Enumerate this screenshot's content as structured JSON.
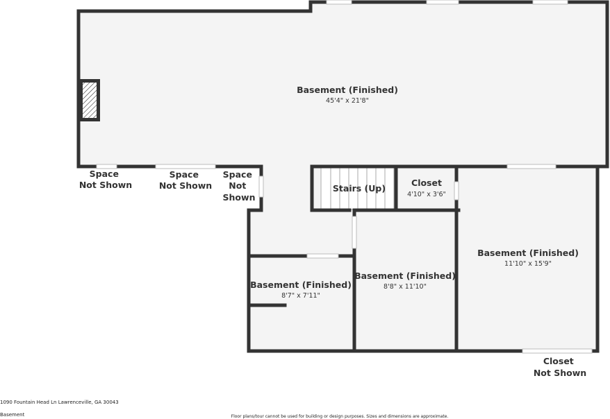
{
  "colors": {
    "wall": "#333333",
    "floor": "#f4f4f4",
    "background": "#ffffff",
    "text": "#333333"
  },
  "rooms": {
    "main_basement": {
      "name": "Basement (Finished)",
      "dim": "45'4\" x 21'8\""
    },
    "stairs": {
      "name": "Stairs (Up)"
    },
    "closet": {
      "name": "Closet",
      "dim": "4'10\" x 3'6\""
    },
    "right_basement": {
      "name": "Basement (Finished)",
      "dim": "11'10\" x 15'9\""
    },
    "middle_basement": {
      "name": "Basement (Finished)",
      "dim": "8'8\" x 11'10\""
    },
    "small_basement": {
      "name": "Basement (Finished)",
      "dim": "8'7\" x 7'11\""
    }
  },
  "notes": {
    "space_not_shown_1": [
      "Space",
      "Not Shown"
    ],
    "space_not_shown_2": [
      "Space",
      "Not Shown"
    ],
    "space_not_shown_3": [
      "Space",
      "Not",
      "Shown"
    ],
    "closet_not_shown": [
      "Closet",
      "Not Shown"
    ]
  },
  "footer": {
    "address": "1090 Fountain Head Ln Lawrenceville, GA 30043",
    "level": "Basement",
    "disclaimer": "Floor plans/tour cannot be used for building or design purposes. Sizes and dimensions are approximate."
  }
}
